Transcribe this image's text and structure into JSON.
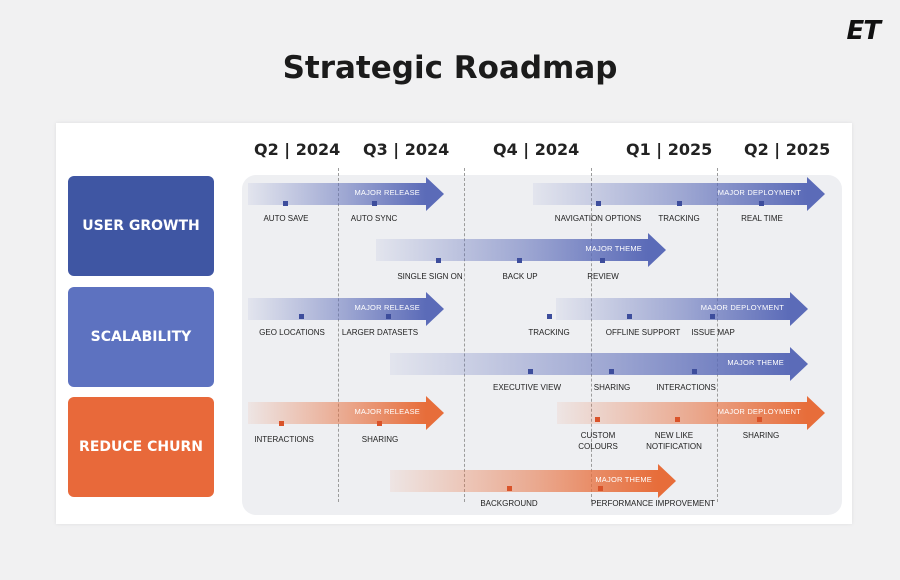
{
  "logo": "ET",
  "title": "Strategic Roadmap",
  "quarters": [
    "Q2 | 2024",
    "Q3 | 2024",
    "Q4 | 2024",
    "Q1 | 2025",
    "Q2 | 2025"
  ],
  "categories": {
    "user_growth": "USER GROWTH",
    "scalability": "SCALABILITY",
    "reduce_churn": "REDUCE CHURN"
  },
  "arrows": {
    "ug1": "MAJOR RELEASE",
    "ug2": "MAJOR DEPLOYMENT",
    "ug3": "MAJOR THEME",
    "sc1": "MAJOR RELEASE",
    "sc2": "MAJOR DEPLOYMENT",
    "sc3": "MAJOR THEME",
    "rc1": "MAJOR RELEASE",
    "rc2": "MAJOR DEPLOYMENT",
    "rc3": "MAJOR THEME"
  },
  "items": {
    "ug_auto_save": "AUTO SAVE",
    "ug_auto_sync": "AUTO SYNC",
    "ug_navigation": "NAVIGATION OPTIONS",
    "ug_tracking": "TRACKING",
    "ug_real_time": "REAL TIME",
    "ug_sso": "SINGLE SIGN ON",
    "ug_back_up": "BACK UP",
    "ug_review": "REVIEW",
    "sc_geo": "GEO LOCATIONS",
    "sc_larger": "LARGER DATASETS",
    "sc_tracking": "TRACKING",
    "sc_offline": "OFFLINE SUPPORT",
    "sc_issue_map": "ISSUE MAP",
    "sc_exec_view": "EXECUTIVE VIEW",
    "sc_sharing": "SHARING",
    "sc_interactions": "INTERACTIONS",
    "rc_interactions": "INTERACTIONS",
    "rc_sharing": "SHARING",
    "rc_custom_1": "CUSTOM",
    "rc_custom_2": "COLOURS",
    "rc_new_like_1": "NEW LIKE",
    "rc_new_like_2": "NOTIFICATION",
    "rc_sharing2": "SHARING",
    "rc_background": "BACKGROUND",
    "rc_performance": "PERFORMANCE IMPROVEMENT"
  },
  "colors": {
    "user_growth": "#3f56a3",
    "scalability": "#5d72c0",
    "reduce_churn": "#e8693a"
  }
}
